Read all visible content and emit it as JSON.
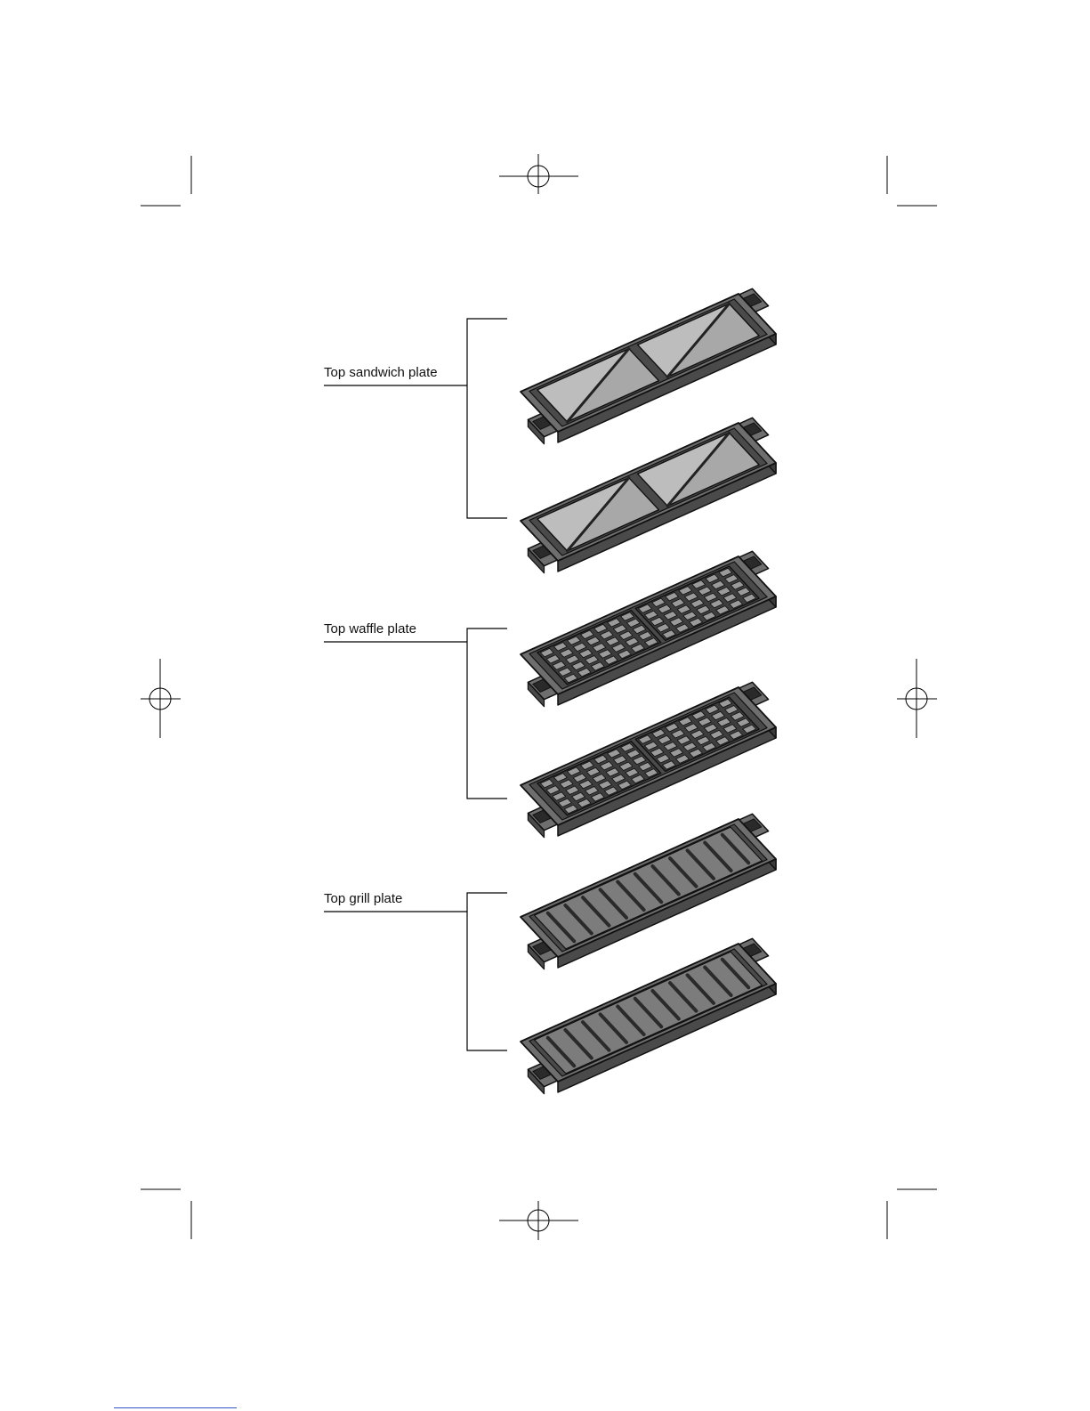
{
  "labels": {
    "sandwich": "Top sandwich plate",
    "waffle": "Top waffle plate",
    "grill": "Top grill plate"
  },
  "colors": {
    "ink": "#111111",
    "plate_dark": "#4a4a4a",
    "plate_mid": "#6e6e6e",
    "plate_light": "#a8a8a8",
    "cavity": "#bdbdbd",
    "link": "#3355cc"
  },
  "icons": [
    "registration-mark-icon",
    "crop-mark-icon"
  ]
}
